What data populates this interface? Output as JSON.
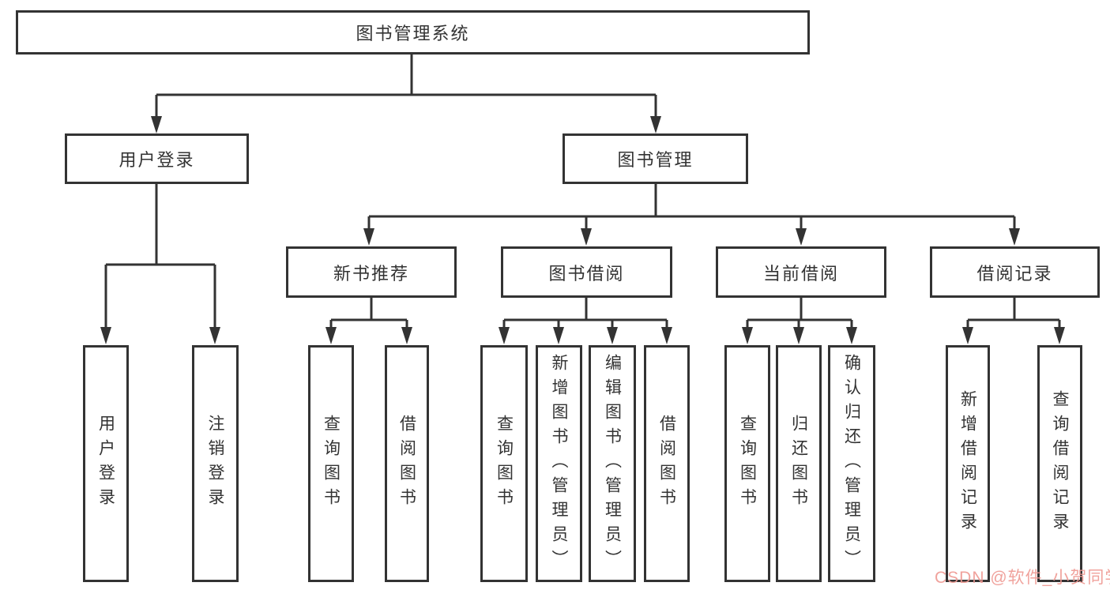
{
  "diagram": {
    "title": "图书管理系统",
    "user_login": {
      "label": "用户登录",
      "children": {
        "login": "用户登录",
        "logout": "注销登录"
      }
    },
    "book_mgmt": {
      "label": "图书管理",
      "sections": {
        "new_books": {
          "label": "新书推荐",
          "children": {
            "query": "查询图书",
            "borrow": "借阅图书"
          }
        },
        "borrowing": {
          "label": "图书借阅",
          "children": {
            "query": "查询图书",
            "add": "新增图书（管理员）",
            "edit": "编辑图书（管理员）",
            "borrow": "借阅图书"
          }
        },
        "current": {
          "label": "当前借阅",
          "children": {
            "query": "查询图书",
            "return": "归还图书",
            "confirm": "确认归还（管理员）"
          }
        },
        "records": {
          "label": "借阅记录",
          "children": {
            "add": "新增借阅记录",
            "query": "查询借阅记录"
          }
        }
      }
    }
  },
  "watermark": "CSDN @软件_小贺同学",
  "colors": {
    "background": "#ffffff",
    "line": "#333333",
    "text": "#333333",
    "box_fill": "#ffffff",
    "watermark": "#ee9891"
  }
}
